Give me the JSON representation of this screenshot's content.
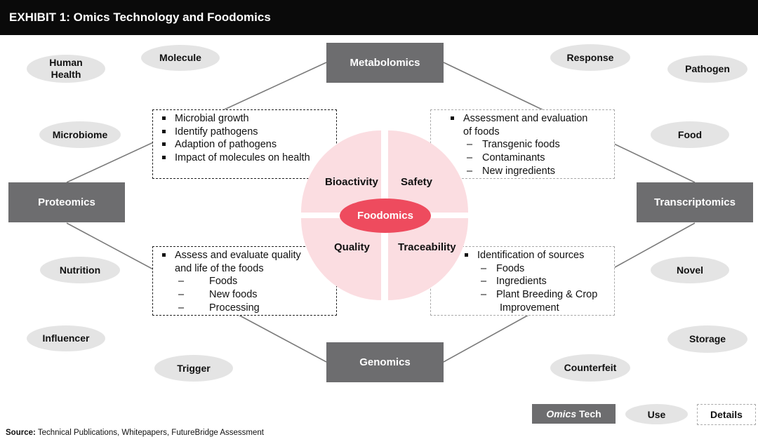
{
  "header": {
    "title": "EXHIBIT 1: Omics Technology and Foodomics"
  },
  "omics": {
    "metabolomics": "Metabolomics",
    "proteomics": "Proteomics",
    "transcriptomics": "Transcriptomics",
    "genomics": "Genomics"
  },
  "uses": {
    "human_health": "Human Health",
    "molecule": "Molecule",
    "microbiome": "Microbiome",
    "nutrition": "Nutrition",
    "influencer": "Influencer",
    "trigger": "Trigger",
    "response": "Response",
    "pathogen": "Pathogen",
    "food": "Food",
    "novel": "Novel",
    "storage": "Storage",
    "counterfeit": "Counterfeit"
  },
  "details": {
    "top_left": [
      "Microbial growth",
      "Identify pathogens",
      "Adaption of pathogens",
      "Impact of molecules on health"
    ],
    "top_right": {
      "bullet_line1": "Assessment and evaluation",
      "bullet_line2": "of foods",
      "subs": [
        "Transgenic foods",
        "Contaminants",
        "New ingredients"
      ]
    },
    "bottom_left": {
      "bullet_line1": "Assess and evaluate quality",
      "bullet_line2": "and life of the foods",
      "subs": [
        "Foods",
        "New foods",
        "Processing"
      ]
    },
    "bottom_right": {
      "bullet": "Identification of sources",
      "subs": [
        "Foods",
        "Ingredients",
        "Plant Breeding & Crop"
      ],
      "sub_cont": "Improvement"
    }
  },
  "center": {
    "label": "Foodomics",
    "quadrants": {
      "top_left": "Bioactivity",
      "top_right": "Safety",
      "bottom_left": "Quality",
      "bottom_right": "Traceability"
    }
  },
  "legend": {
    "omics_italic": "Omics",
    "omics_rest": " Tech",
    "use": "Use",
    "details": "Details"
  },
  "source": {
    "label": "Source:",
    "text": " Technical Publications, Whitepapers, FutureBridge Assessment"
  },
  "colors": {
    "header_bg": "#0a0a0a",
    "omics_box": "#6d6d6f",
    "use_ellipse": "#e4e4e4",
    "quadrant_fill": "#fbdde1",
    "foodomics_fill": "#ee4b5e"
  }
}
